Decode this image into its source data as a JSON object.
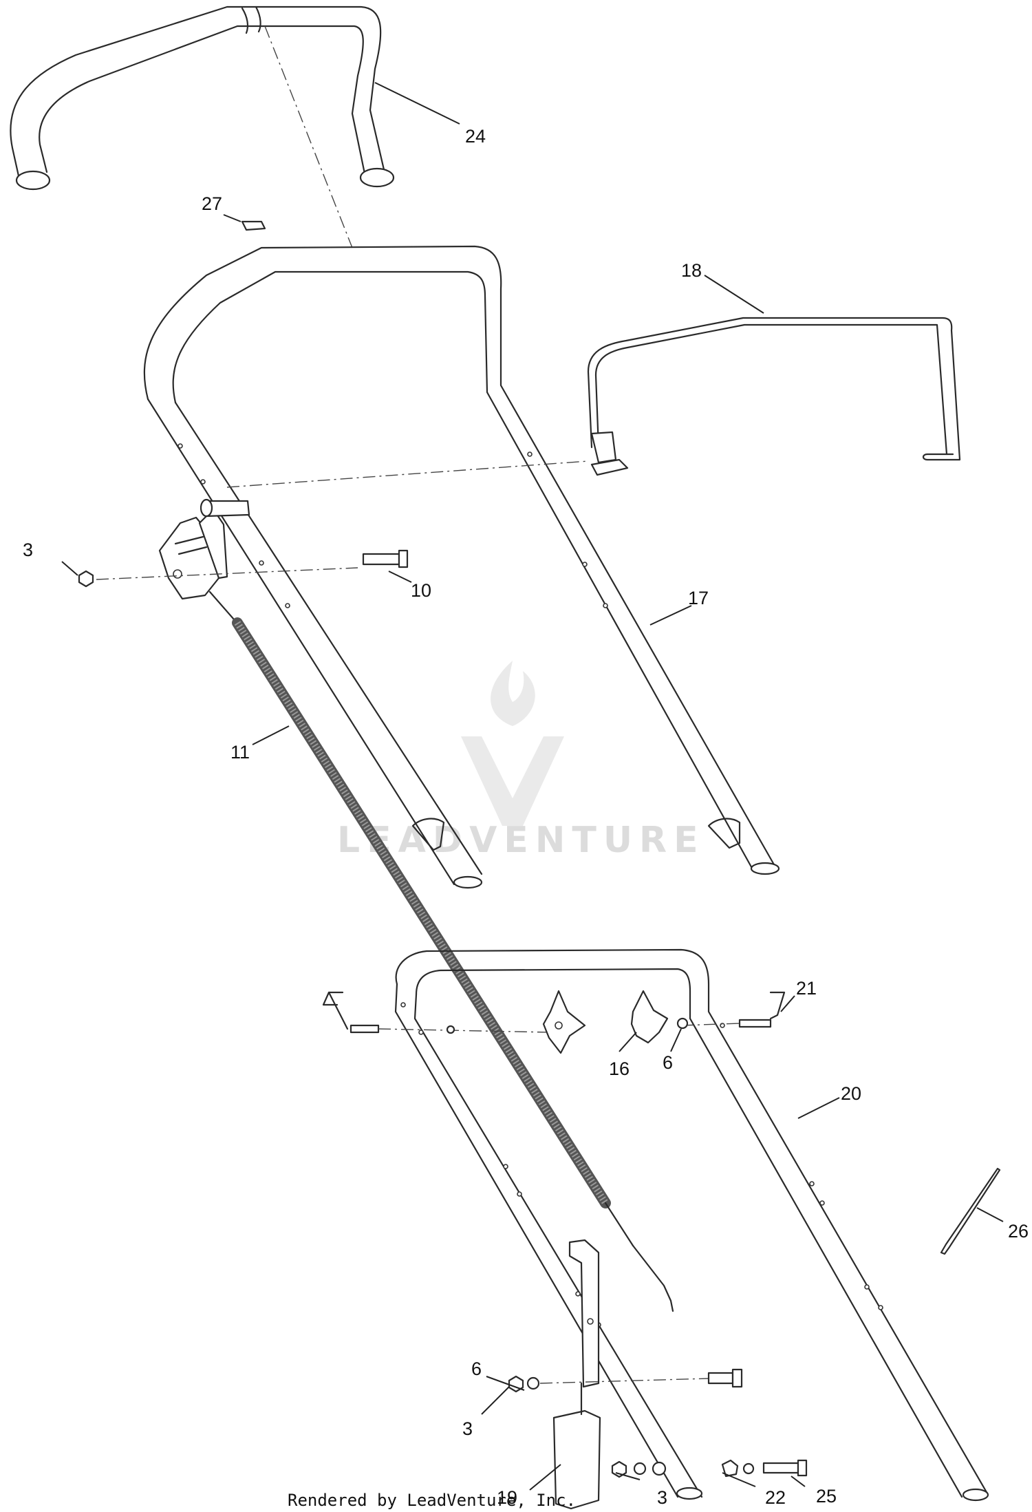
{
  "diagram": {
    "callouts": [
      {
        "id": "c24",
        "text": "24"
      },
      {
        "id": "c27",
        "text": "27"
      },
      {
        "id": "c18",
        "text": "18"
      },
      {
        "id": "c3a",
        "text": "3"
      },
      {
        "id": "c10",
        "text": "10"
      },
      {
        "id": "c17",
        "text": "17"
      },
      {
        "id": "c11",
        "text": "11"
      },
      {
        "id": "c21",
        "text": "21"
      },
      {
        "id": "c16",
        "text": "16"
      },
      {
        "id": "c6a",
        "text": "6"
      },
      {
        "id": "c20",
        "text": "20"
      },
      {
        "id": "c26",
        "text": "26"
      },
      {
        "id": "c6b",
        "text": "6"
      },
      {
        "id": "c3b",
        "text": "3"
      },
      {
        "id": "c19",
        "text": "19"
      },
      {
        "id": "c3c",
        "text": "3"
      },
      {
        "id": "c22",
        "text": "22"
      },
      {
        "id": "c25",
        "text": "25"
      }
    ],
    "credit": "Rendered by LeadVenture, Inc.",
    "watermark": "LEADVENTURE"
  },
  "colors": {
    "line": "#2a2a2a",
    "watermark": "#d9d9d9",
    "background": "#ffffff"
  }
}
